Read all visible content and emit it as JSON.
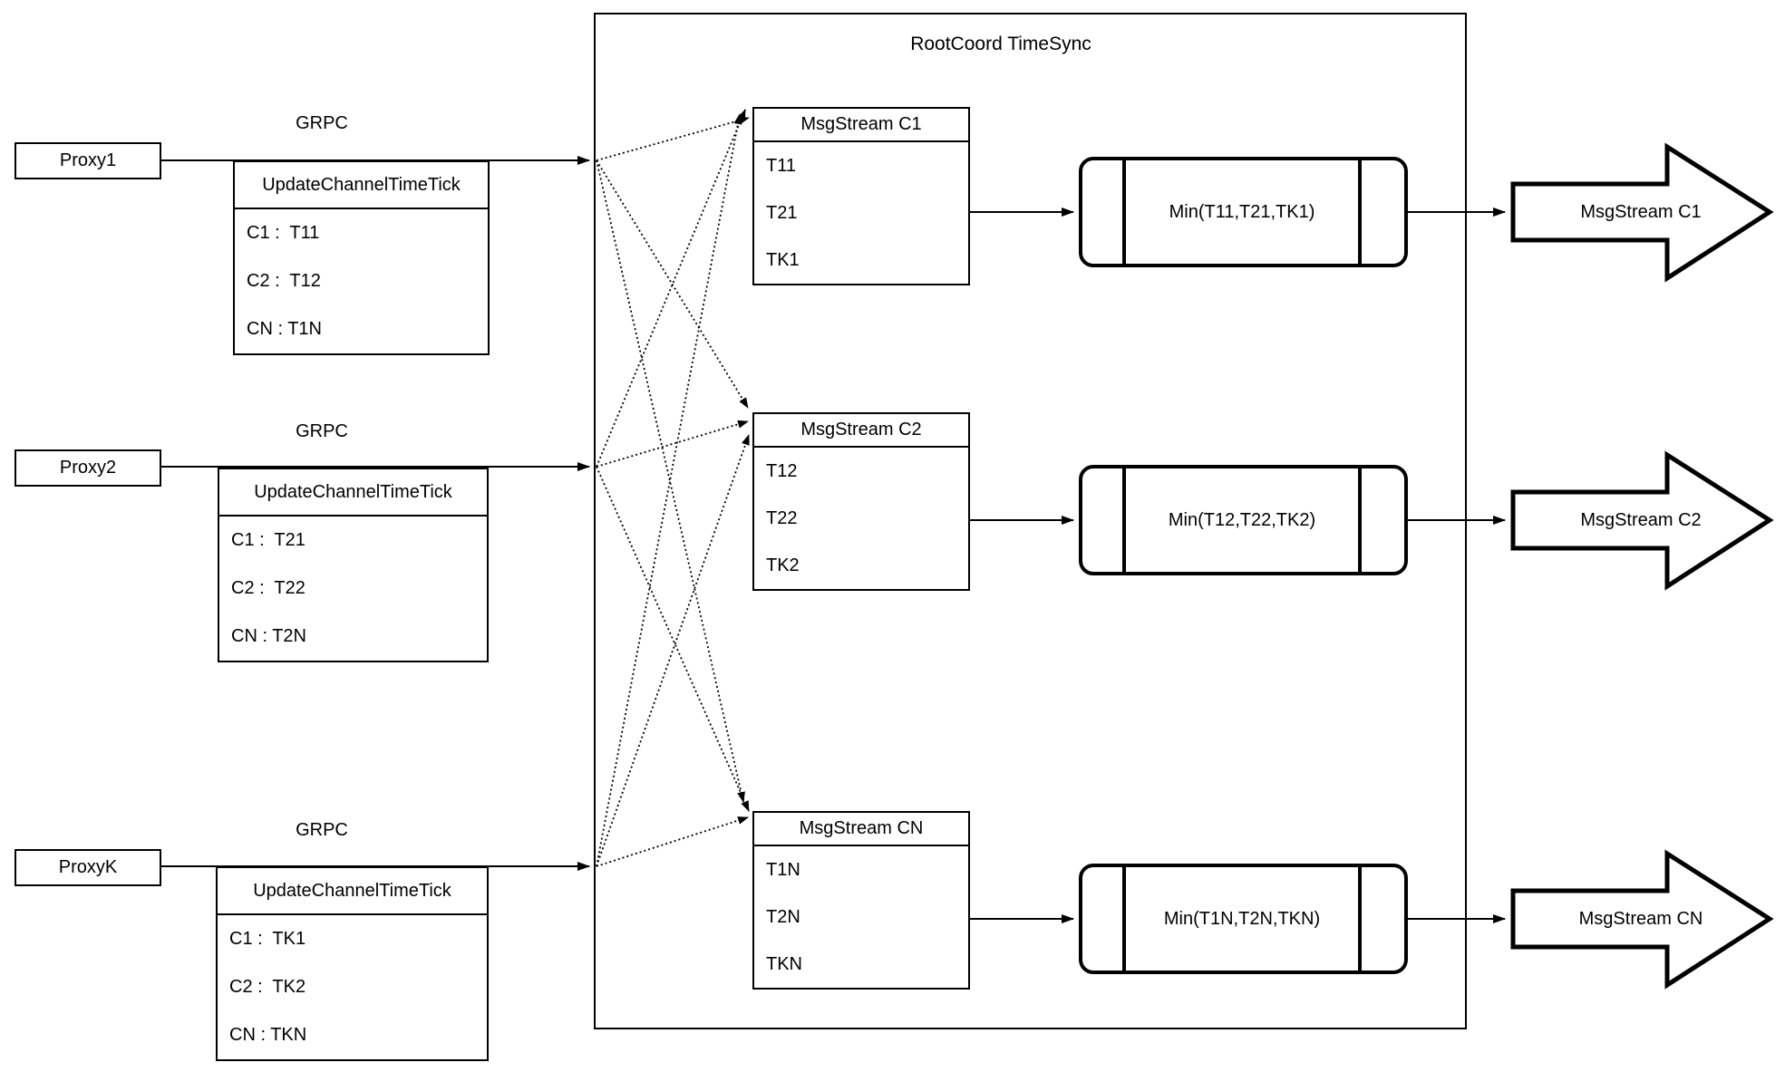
{
  "diagram": {
    "title": "RootCoord TimeSync",
    "proxies": [
      {
        "name": "Proxy1",
        "protocol": "GRPC",
        "table": {
          "header": "UpdateChannelTimeTick",
          "rows": [
            "C1 :  T11",
            "C2 :  T12",
            "CN : T1N"
          ]
        }
      },
      {
        "name": "Proxy2",
        "protocol": "GRPC",
        "table": {
          "header": "UpdateChannelTimeTick",
          "rows": [
            "C1 :  T21",
            "C2 :  T22",
            "CN : T2N"
          ]
        }
      },
      {
        "name": "ProxyK",
        "protocol": "GRPC",
        "table": {
          "header": "UpdateChannelTimeTick",
          "rows": [
            "C1 :  TK1",
            "C2 :  TK2",
            "CN : TKN"
          ]
        }
      }
    ],
    "streams": [
      {
        "header": "MsgStream C1",
        "rows": [
          "T11",
          "T21",
          "TK1"
        ],
        "min": "Min(T11,T21,TK1)",
        "output": "MsgStream C1"
      },
      {
        "header": "MsgStream C2",
        "rows": [
          "T12",
          "T22",
          "TK2"
        ],
        "min": "Min(T12,T22,TK2)",
        "output": "MsgStream C2"
      },
      {
        "header": "MsgStream CN",
        "rows": [
          "T1N",
          "T2N",
          "TKN"
        ],
        "min": "Min(T1N,T2N,TKN)",
        "output": "MsgStream CN"
      }
    ],
    "colors": {
      "stroke": "#000000",
      "background": "#ffffff"
    }
  }
}
